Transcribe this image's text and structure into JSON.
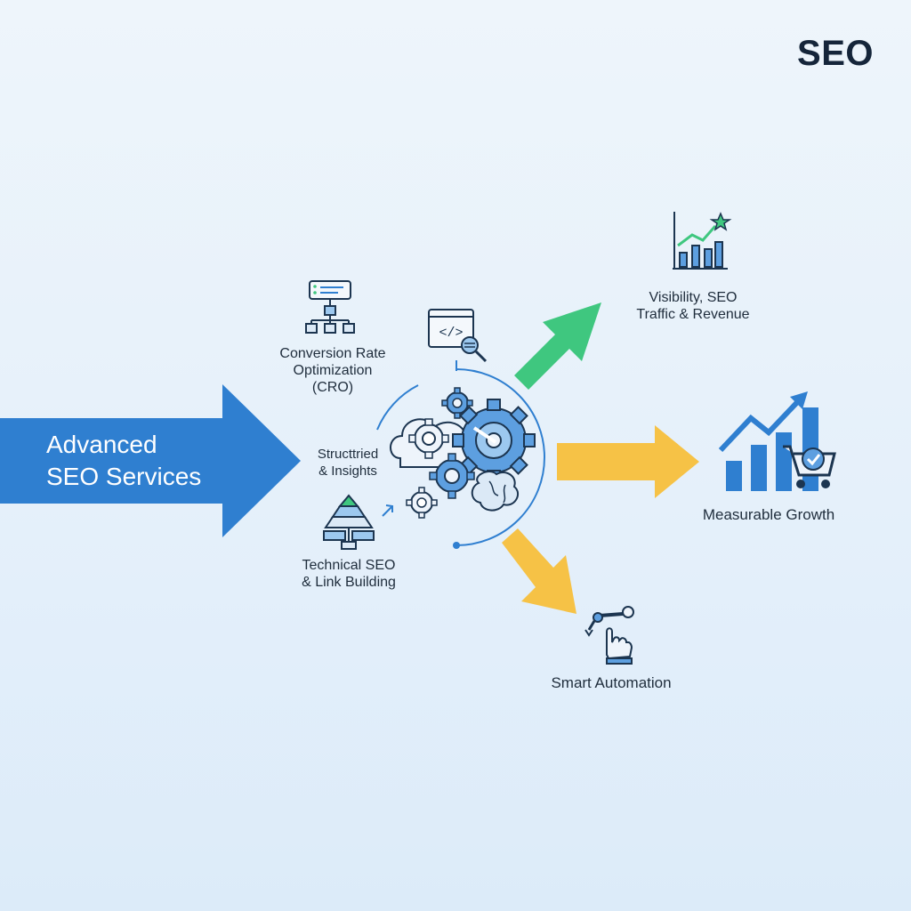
{
  "brand": {
    "text": "SEO"
  },
  "main_input": {
    "line1": "Advanced",
    "line2": "SEO Services"
  },
  "inputs": {
    "cro": {
      "line1": "Conversion Rate",
      "line2": "Optimization",
      "line3": "(CRO)"
    },
    "structured": {
      "line1": "Structtried",
      "line2": "& Insights"
    },
    "technical": {
      "line1": "Technical SEO",
      "line2": "& Link Building"
    }
  },
  "outputs": {
    "visibility": {
      "line1": "Visibility, SEO",
      "line2": "Traffic & Revenue"
    },
    "growth": {
      "label": "Measurable Growth"
    },
    "automation": {
      "label": "Smart Automation"
    }
  },
  "code_icon_text": "</>",
  "colors": {
    "blue": "#2f7fd0",
    "green": "#3fc77f",
    "yellow": "#f6c246",
    "navy": "#1c3550"
  },
  "icons": [
    "flowchart-icon",
    "code-search-icon",
    "pyramid-icon",
    "gears-brain-icon",
    "growth-chart-star-icon",
    "bar-chart-cart-icon",
    "robot-hand-icon"
  ]
}
